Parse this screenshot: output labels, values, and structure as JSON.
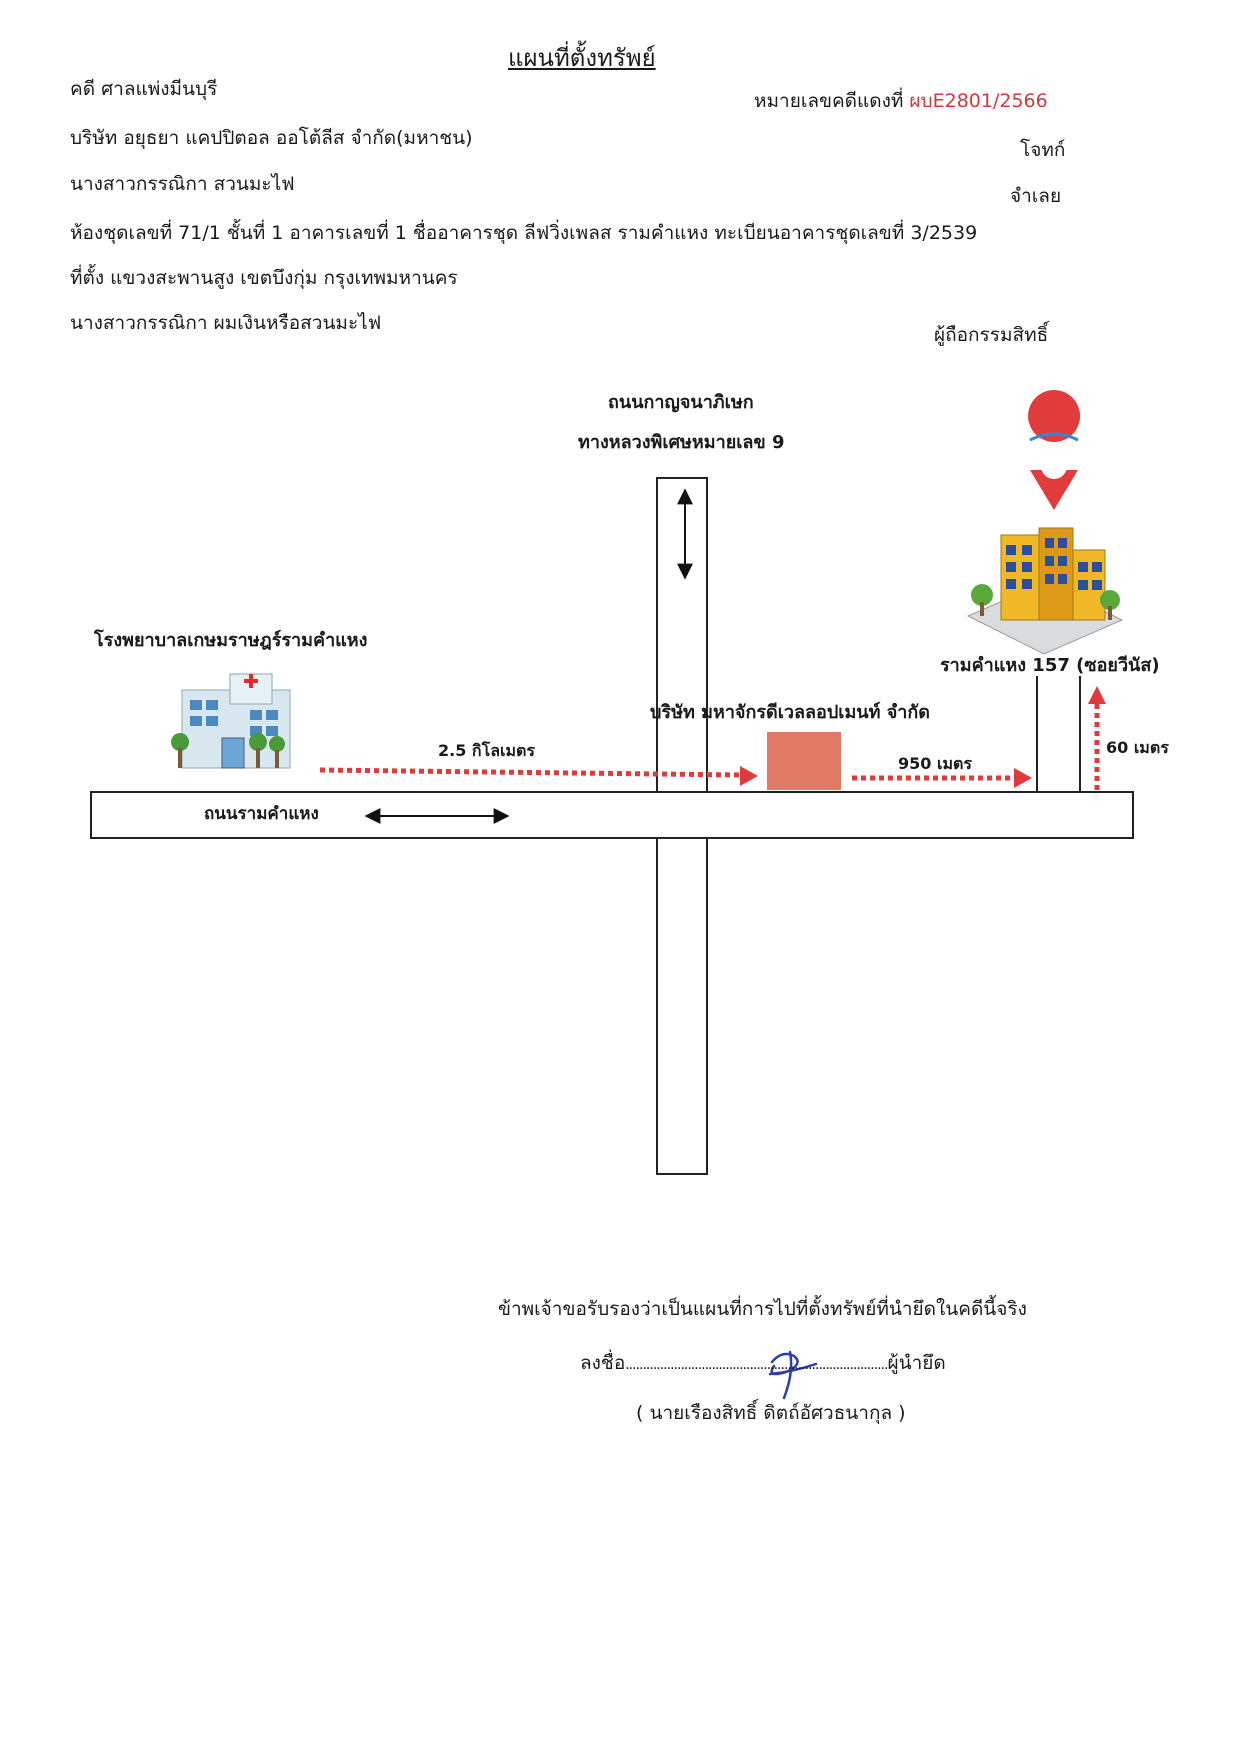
{
  "header": {
    "title": "แผนที่ตั้งทรัพย์",
    "court_line": "คดี ศาลแพ่งมีนบุรี",
    "case_label": "หมายเลขคดีแดงที่",
    "case_number": "ผบE2801/2566",
    "plaintiff_name": "บริษัท อยุธยา แคปปิตอล ออโต้ลีส จำกัด(มหาชน)",
    "plaintiff_role": "โจทก์",
    "defendant_name": "นางสาวกรรณิกา สวนมะไฟ",
    "defendant_role": "จำเลย",
    "property_line": "ห้องชุดเลขที่ 71/1 ชั้นที่ 1 อาคารเลขที่ 1 ชื่ออาคารชุด ลีฟวิ่งเพลส รามคำแหง ทะเบียนอาคารชุดเลขที่ 3/2539",
    "location_line": "ที่ตั้ง แขวงสะพานสูง เขตบึงกุ่ม กรุงเทพมหานคร",
    "owner_name": "นางสาวกรรณิกา ผมเงินหรือสวนมะไฟ",
    "owner_role": "ผู้ถือกรรมสิทธิ์"
  },
  "map": {
    "vertical_road_name": "ถนนกาญจนาภิเษก",
    "vertical_road_highway": "ทางหลวงพิเศษหมายเลข 9",
    "hospital_label": "โรงพยาบาลเกษมราษฎร์รามคำแหง",
    "destination_label": "รามคำแหง 157 (ซอยวีนัส)",
    "company_label": "บริษัท มหาจักรดีเวลลอปเมนท์ จำกัด",
    "main_road_label": "ถนนรามคำแหง",
    "distance_1": "2.5 กิโลเมตร",
    "distance_2": "950 เมตร",
    "distance_3": "60 เมตร",
    "route_color": "#e03a3a",
    "company_block_color": "#e07a66"
  },
  "footer": {
    "certification": "ข้าพเจ้าขอรับรองว่าเป็นแผนที่การไปที่ตั้งทรัพย์ที่นำยึดในคดีนี้จริง",
    "sign_label": "ลงชื่อ",
    "sign_dots": "............................................................................",
    "signer_role": "ผู้นำยึด",
    "signer_name": "( นายเรืองสิทธิ์ ดิตถ์อัศวธนากุล )"
  }
}
